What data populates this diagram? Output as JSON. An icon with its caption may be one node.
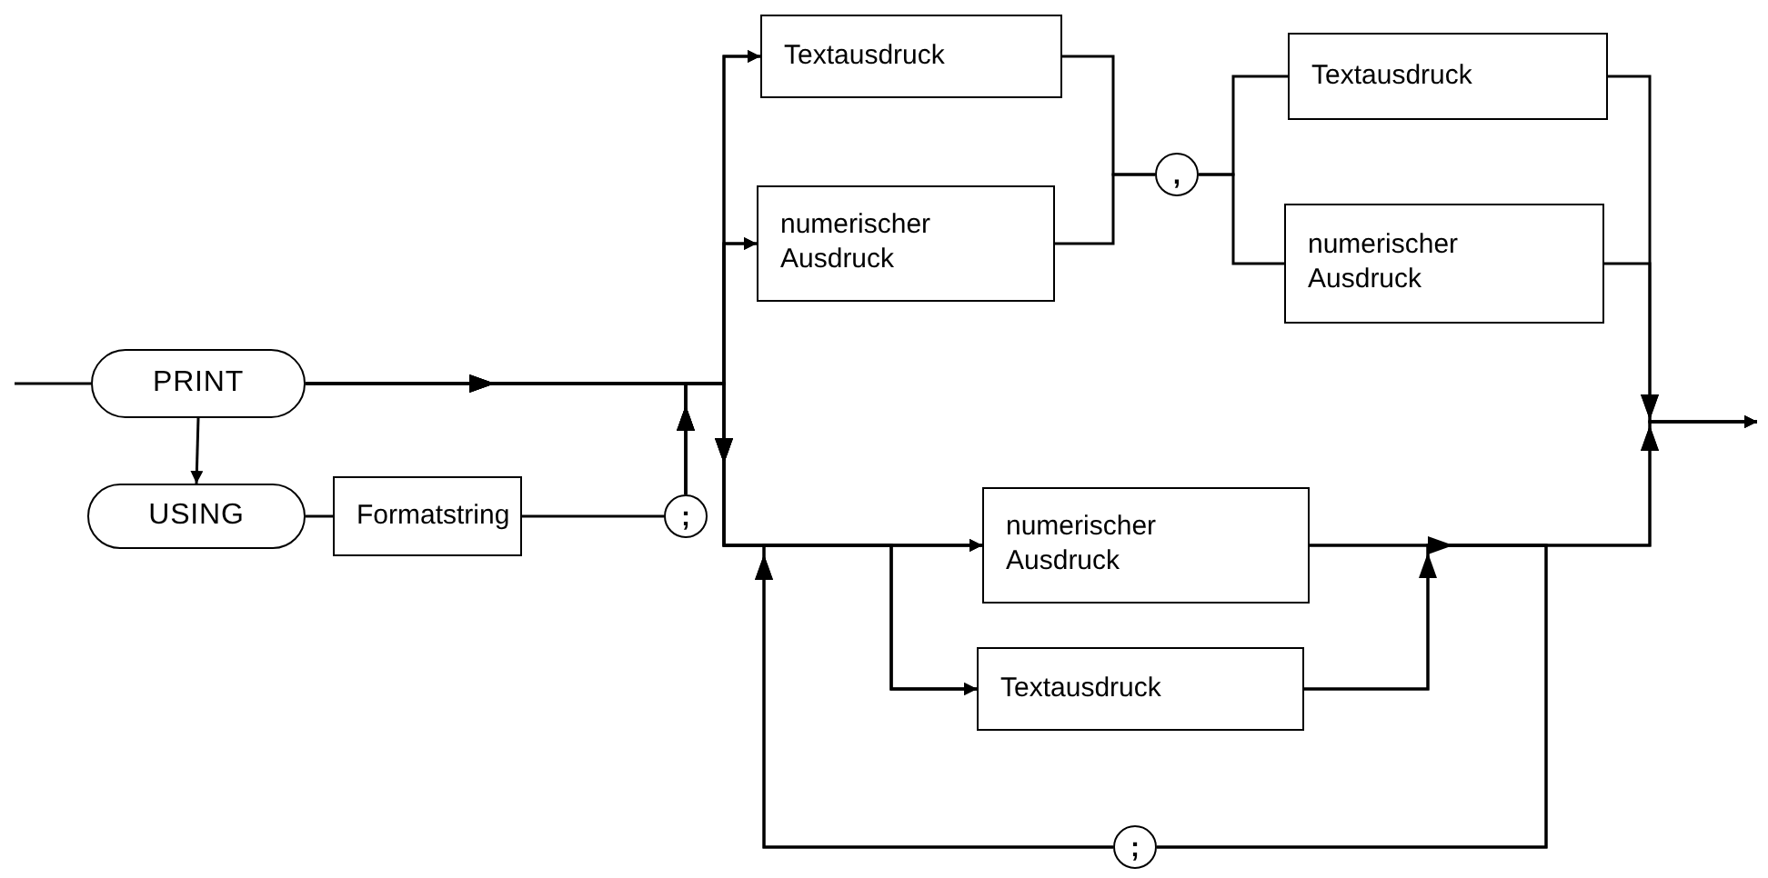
{
  "diagram": {
    "nodes": [
      {
        "text": [
          "PRINT"
        ]
      },
      {
        "text": [
          "USING"
        ]
      },
      {
        "text": [
          "Formatstring"
        ]
      },
      {
        "text": [
          ";"
        ]
      },
      {
        "text": [
          "Textausdruck"
        ]
      },
      {
        "text": [
          "numerischer Ausdruck"
        ]
      },
      {
        "text": [
          ","
        ]
      },
      {
        "text": [
          "Textausdruck"
        ]
      },
      {
        "text": [
          "numerischer Ausdruck"
        ]
      },
      {
        "text": [
          "numerischer Ausdruck"
        ]
      },
      {
        "text": [
          "Textausdruck"
        ]
      },
      {
        "text": [
          ";"
        ]
      }
    ],
    "edges": [
      {
        "from": null,
        "to": 0,
        "arrow": "none"
      },
      {
        "from": 0,
        "to": 1,
        "arrow": "to"
      },
      {
        "from": 1,
        "to": 2,
        "arrow": "none"
      },
      {
        "from": 2,
        "to": 3,
        "arrow": "none"
      },
      {
        "from": 0,
        "to": 4,
        "arrow": "to"
      },
      {
        "from": 0,
        "to": 5,
        "arrow": "to"
      },
      {
        "from": 3,
        "to": 4,
        "arrow": "to"
      },
      {
        "from": 3,
        "to": 5,
        "arrow": "to"
      },
      {
        "from": 0,
        "to": 9,
        "arrow": "to"
      },
      {
        "from": 0,
        "to": 10,
        "arrow": "to"
      },
      {
        "from": 3,
        "to": 9,
        "arrow": "to"
      },
      {
        "from": 3,
        "to": 10,
        "arrow": "to"
      },
      {
        "from": 4,
        "to": 6,
        "arrow": "none"
      },
      {
        "from": 5,
        "to": 6,
        "arrow": "none"
      },
      {
        "from": 6,
        "to": 7,
        "arrow": "none"
      },
      {
        "from": 6,
        "to": 8,
        "arrow": "none"
      },
      {
        "from": 7,
        "to": null,
        "arrow": "to"
      },
      {
        "from": 8,
        "to": null,
        "arrow": "to"
      },
      {
        "from": 9,
        "to": null,
        "arrow": "to"
      },
      {
        "from": 10,
        "to": null,
        "arrow": "to"
      },
      {
        "from": 9,
        "to": 11,
        "arrow": "none"
      },
      {
        "from": 10,
        "to": 11,
        "arrow": "none"
      },
      {
        "from": 11,
        "to": 9,
        "arrow": "to"
      },
      {
        "from": 11,
        "to": 10,
        "arrow": "to"
      }
    ]
  }
}
